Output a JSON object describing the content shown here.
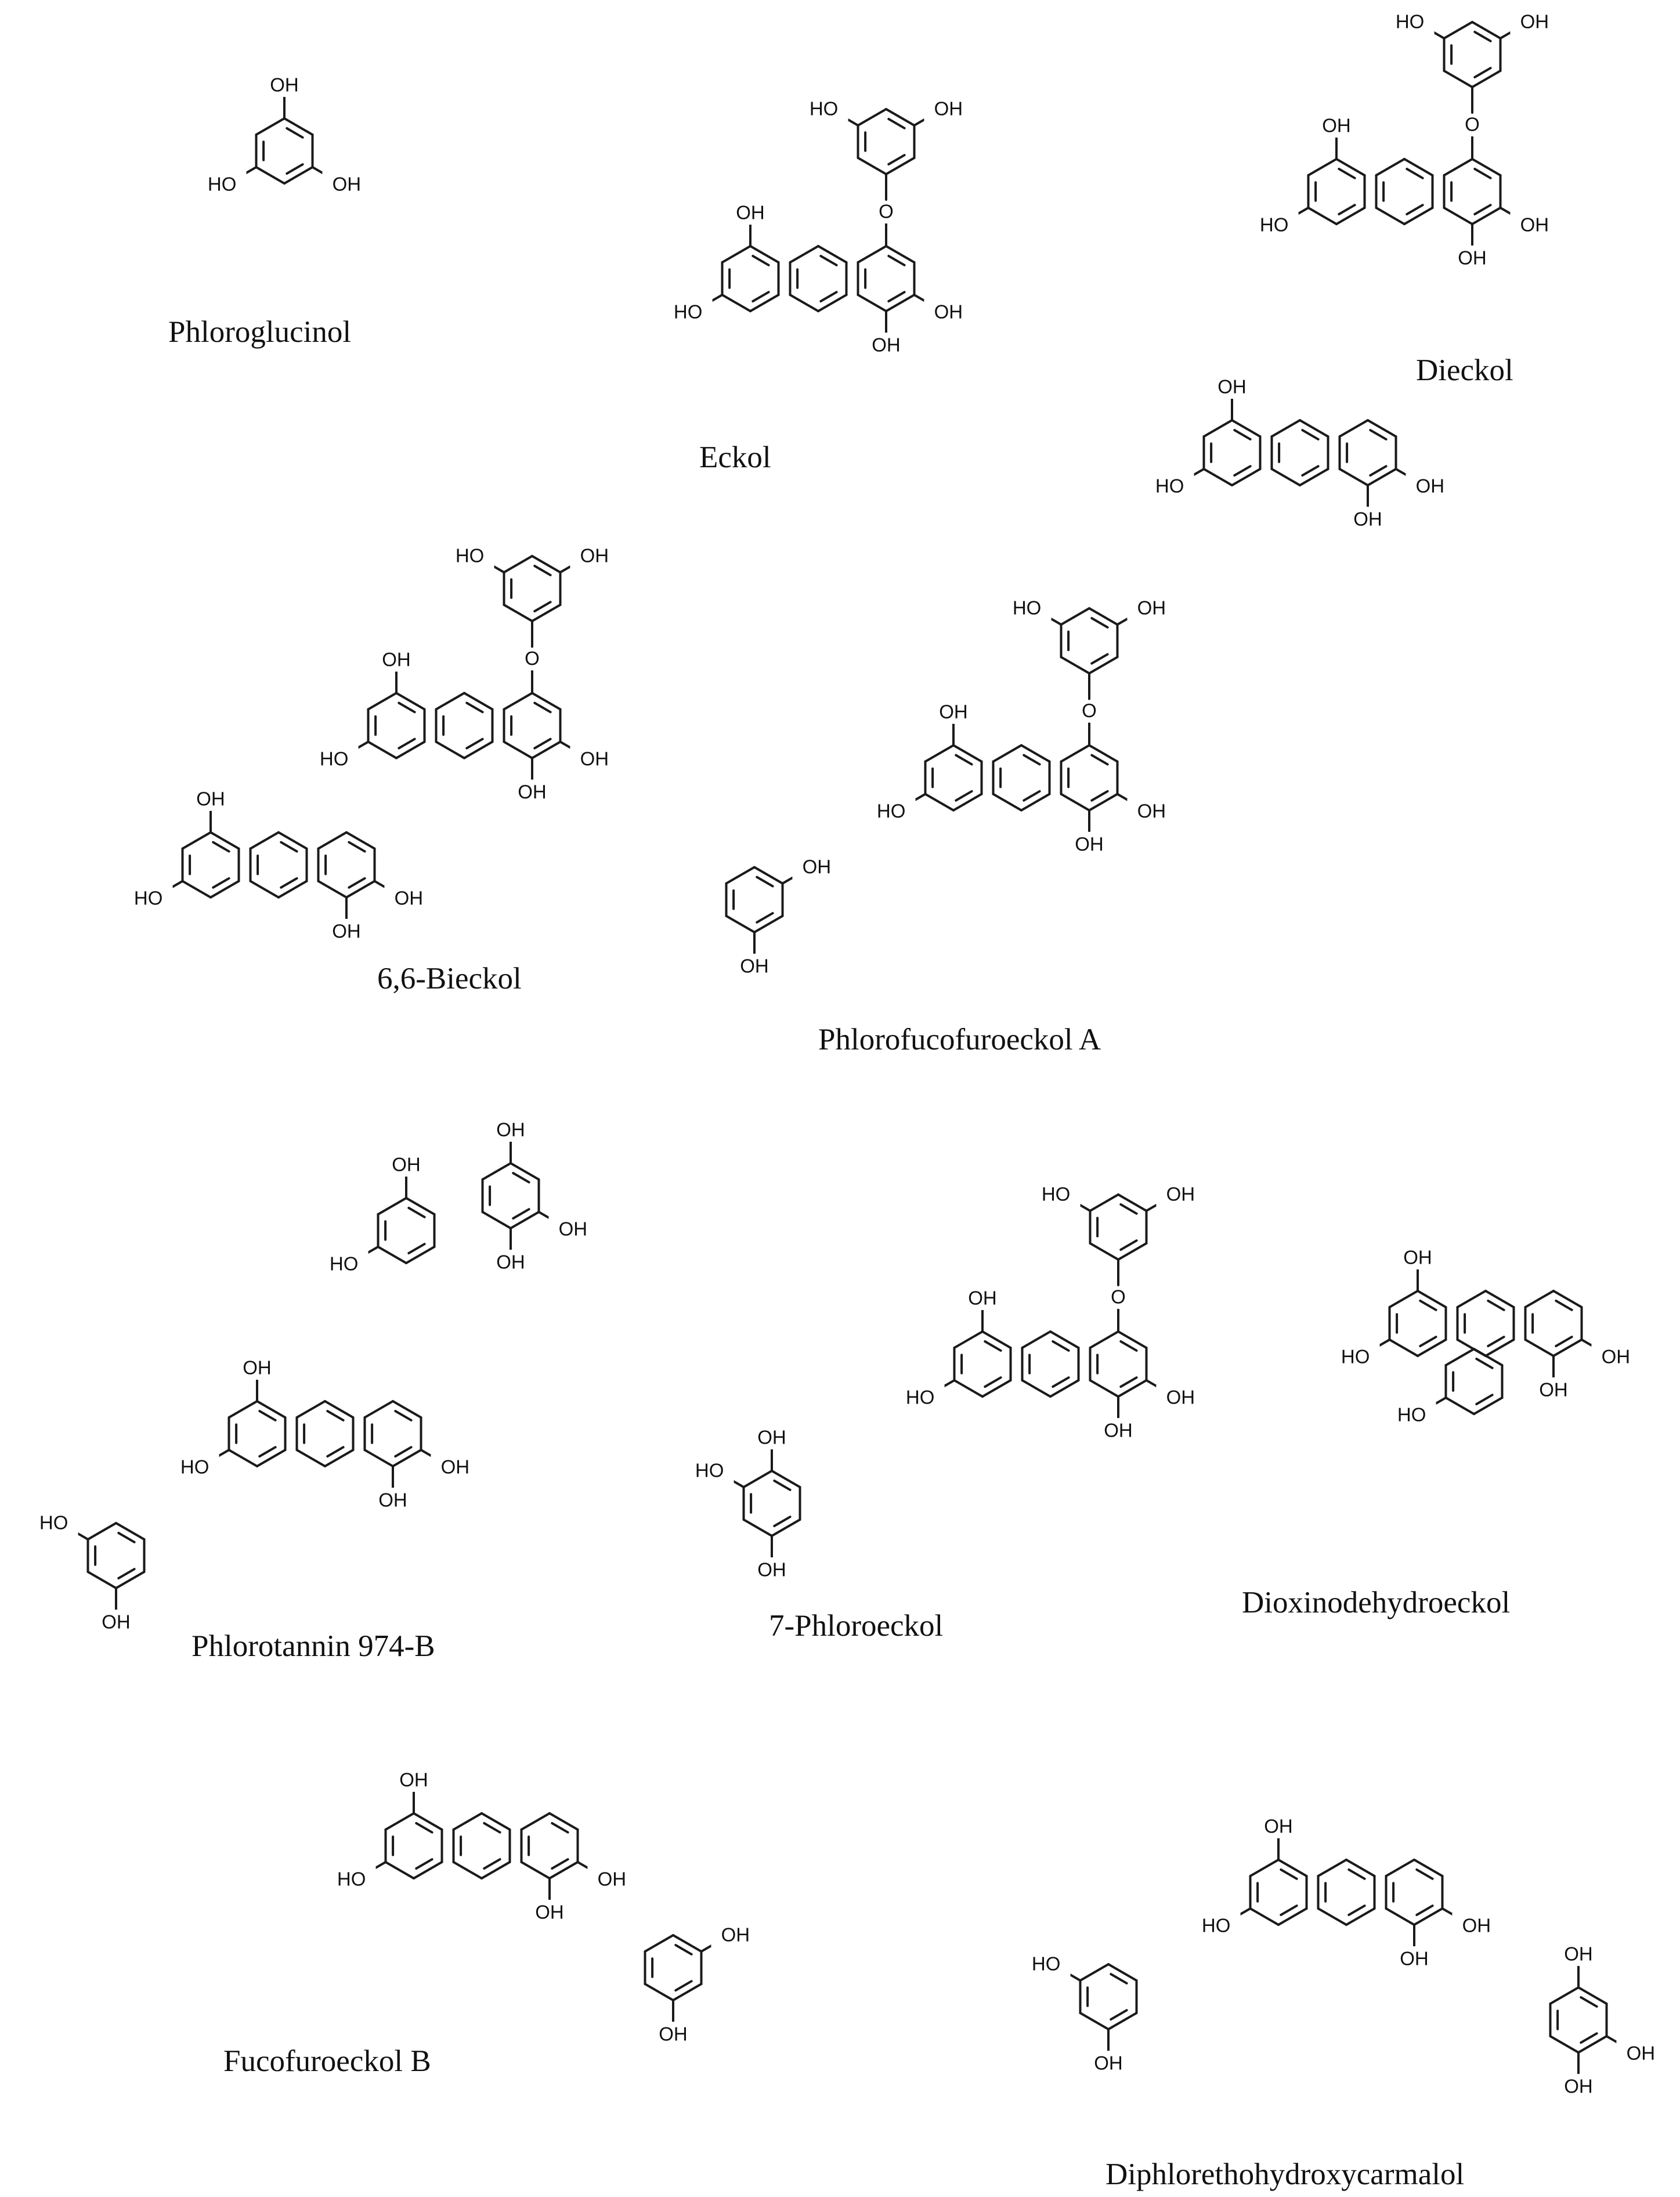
{
  "figure": {
    "compounds": [
      {
        "id": "phloroglucinol",
        "name": "Phloroglucinol"
      },
      {
        "id": "eckol",
        "name": "Eckol"
      },
      {
        "id": "dieckol",
        "name": "Dieckol"
      },
      {
        "id": "bieckol",
        "name": "6,6-Bieckol"
      },
      {
        "id": "pffa",
        "name": "Phlorofucofuroeckol A"
      },
      {
        "id": "p974b",
        "name": "Phlorotannin 974-B"
      },
      {
        "id": "phloroeckol7",
        "name": "7-Phloroeckol"
      },
      {
        "id": "dioxino",
        "name": "Dioxinodehydroeckol"
      },
      {
        "id": "ffb",
        "name": "Fucofuroeckol B"
      },
      {
        "id": "dphc",
        "name": "Diphlorethohydroxycarmalol"
      }
    ],
    "atom_labels": {
      "hydroxyl": "OH",
      "hydroxyl_left": "HO",
      "oxygen": "O"
    }
  }
}
